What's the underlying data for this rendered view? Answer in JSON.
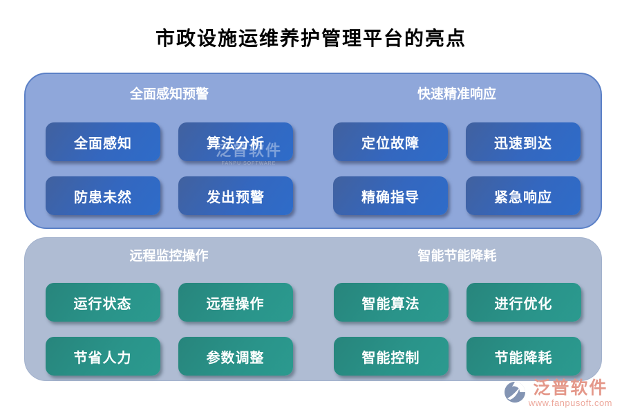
{
  "title": "市政设施运维养护管理平台的亮点",
  "panels": {
    "perception": {
      "sections": [
        {
          "header": "全面感知预警",
          "buttons": [
            "全面感知",
            "算法分析",
            "防患未然",
            "发出预警"
          ]
        },
        {
          "header": "快速精准响应",
          "buttons": [
            "定位故障",
            "迅速到达",
            "精确指导",
            "紧急响应"
          ]
        }
      ]
    },
    "operation": {
      "sections": [
        {
          "header": "远程监控操作",
          "buttons": [
            "运行状态",
            "远程操作",
            "节省人力",
            "参数调整"
          ]
        },
        {
          "header": "智能节能降耗",
          "buttons": [
            "智能算法",
            "进行优化",
            "智能控制",
            "节能降耗"
          ]
        }
      ]
    }
  },
  "watermark": {
    "brand": "泛普软件",
    "subtext": "FANPU SOFTWARE"
  },
  "footer": {
    "brand": "泛普软件",
    "url": "www.fanpusoft.com"
  },
  "colors": {
    "panel_top_bg": "#8FA7DA",
    "panel_top_border": "#5B80C6",
    "panel_bottom_bg": "#AFBCD3",
    "button_blue_start": "#41619F",
    "button_blue_end": "#2E6CC9",
    "button_teal_start": "#27857C",
    "button_teal_end": "#2B9A8F",
    "brand_text": "#E4988A",
    "brand_url": "#EDA89C",
    "logo_icon": "#8394B3"
  }
}
